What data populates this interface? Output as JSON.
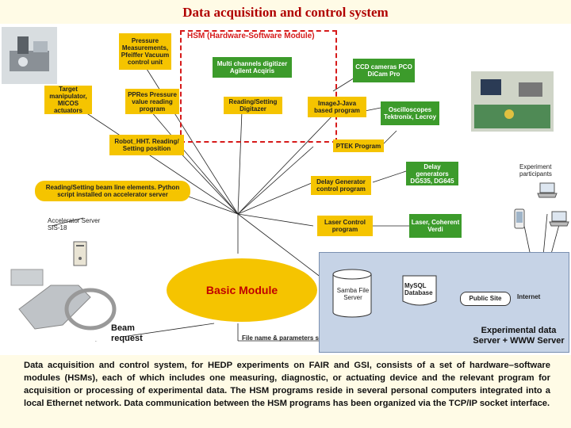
{
  "title": "Data acquisition and control system",
  "hsm_label": "HSM (Hardware-Software Module)",
  "boxes": {
    "pressure": "Pressure Measurements, Pfeiffer Vacuum control unit",
    "digitizer": "Multi channels digitizer Agilent Acqiris",
    "ppres": "PPRes Pressure value reading program",
    "reading_setting": "Reading/Setting Digitazer",
    "target": "Target manipulator, MICOS actuators",
    "robot": "Robot_HHT. Reading/ Setting position",
    "beamline": "Reading/Setting beam line elements. Python script installed on accelerator server",
    "ccd": "CCD cameras PCO DiCam Pro",
    "imagej": "ImageJ-Java based program",
    "osc": "Oscilloscopes Tektronix, Lecroy",
    "ptek": "PTEK Program",
    "delaygen": "Delay generators DG535, DG645",
    "delayprog": "Delay Generator control program",
    "laserctrl": "Laser Control program",
    "laser": "Laser, Coherent Verdi"
  },
  "basic_module": "Basic Module",
  "labels": {
    "accelerator": "Accelerator Server SIS-18",
    "experiment": "Experiment participants",
    "beam": "Beam request",
    "filename": "File name & parameters saving",
    "samba": "Samba File Server",
    "mysql": "MySQL Database",
    "public_site": "Public Site",
    "internet": "Internet",
    "server": "Experimental data Server + WWW Server"
  },
  "caption": "Data acquisition and control system, for HEDP experiments on FAIR and GSI, consists of a set of hardware–software modules (HSMs), each of which includes one measuring, diagnostic, or actuating device and the relevant program for acquisition or processing of experimental data. The HSM programs reside in several personal computers integrated into a local Ethernet network. Data communication between the HSM programs has been organized via the TCP/IP socket interface.",
  "colors": {
    "title": "#b00000",
    "box_yellow": "#f5c400",
    "box_green": "#3c9b2b",
    "hsm_frame": "#d61a1a",
    "network": "#c6d3e6"
  },
  "icons": [
    "microscope-stage-photo",
    "lab-bench-photo",
    "accelerator-map-image",
    "computer-tower-icon",
    "laptop-icon",
    "phone-icon"
  ]
}
